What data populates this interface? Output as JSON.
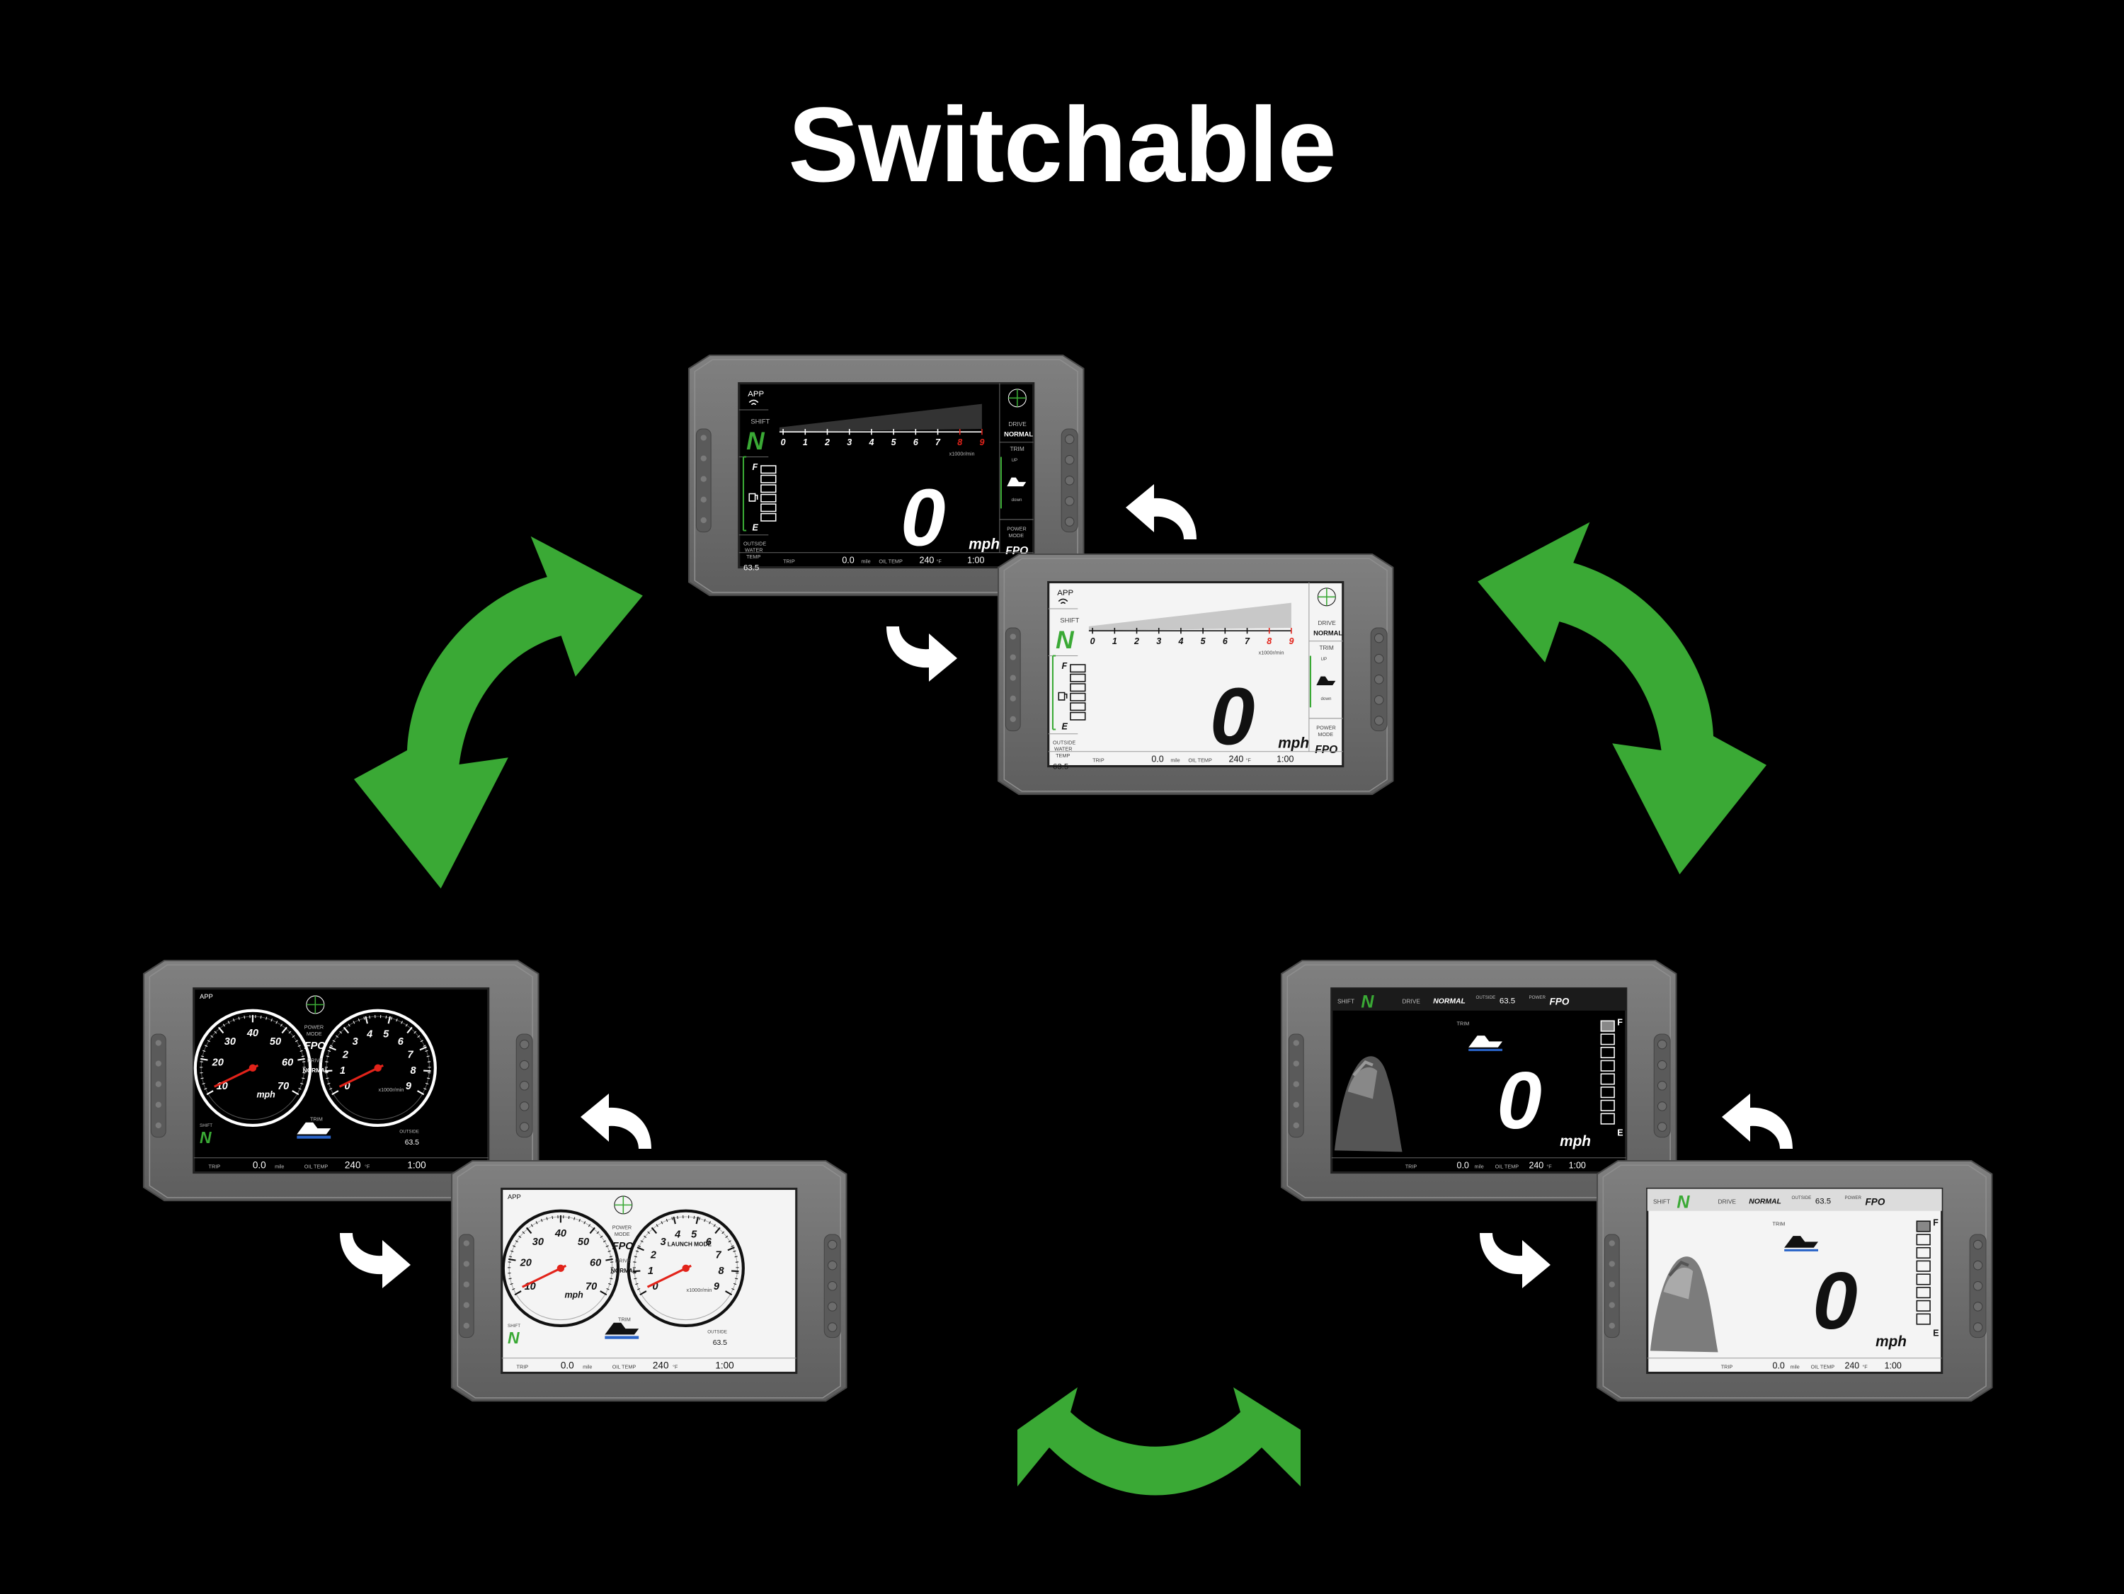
{
  "title": "Switchable",
  "colors": {
    "background": "#000000",
    "accent_green": "#3aa935",
    "bezel": "#6e6e6e",
    "title": "#ffffff"
  },
  "labels": {
    "app": "APP",
    "shift": "SHIFT",
    "gear": "N",
    "fuel_full": "F",
    "fuel_empty": "E",
    "outside_water_temp": "OUTSIDE WATER TEMP",
    "outside_water_temp_value": "63.5",
    "temp_unit": "°F",
    "drive": "DRIVE",
    "drive_mode": "NORMAL",
    "trim": "TRIM",
    "power_mode": "POWER MODE",
    "power_mode_value": "FPO",
    "speed": "0",
    "speed_unit": "mph",
    "rpm_unit": "x1000r/min",
    "trip": "TRIP",
    "trip_value": "0.0",
    "trip_unit": "mile",
    "oil_temp": "OIL TEMP",
    "oil_temp_value": "240",
    "clock": "1:00",
    "launch_mode": "LAUNCH MODE"
  },
  "speed_ticks": [
    "10",
    "20",
    "30",
    "40",
    "50",
    "60",
    "70"
  ],
  "rpm_ticks": [
    "0",
    "1",
    "2",
    "3",
    "4",
    "5",
    "6",
    "7",
    "8",
    "9"
  ],
  "bar_ticks": [
    "0",
    "1",
    "2",
    "3",
    "4",
    "5",
    "6",
    "7",
    "8",
    "9"
  ],
  "screens": [
    {
      "name": "screen-bar-dark",
      "theme": "dark",
      "layout": "bar"
    },
    {
      "name": "screen-bar-light",
      "theme": "light",
      "layout": "bar"
    },
    {
      "name": "screen-gauge-dark",
      "theme": "dark",
      "layout": "gauge"
    },
    {
      "name": "screen-gauge-light",
      "theme": "light",
      "layout": "gauge"
    },
    {
      "name": "screen-vessel-dark",
      "theme": "dark",
      "layout": "vessel"
    },
    {
      "name": "screen-vessel-light",
      "theme": "light",
      "layout": "vessel"
    }
  ],
  "cycle_arrows": [
    {
      "name": "cycle-arrow-left",
      "icon": "curved-double-arrow-icon"
    },
    {
      "name": "cycle-arrow-right",
      "icon": "curved-double-arrow-icon"
    },
    {
      "name": "cycle-arrow-bottom",
      "icon": "curved-double-arrow-icon"
    }
  ],
  "toggle_arrows": {
    "icon": "curved-arrow-icon",
    "color": "#ffffff"
  }
}
